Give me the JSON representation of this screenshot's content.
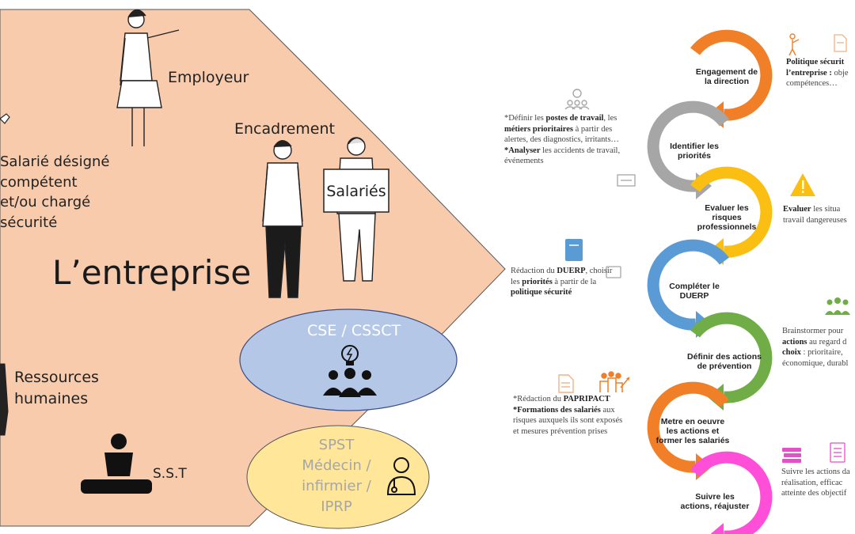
{
  "enterprise": {
    "title": "L’entreprise",
    "actors": {
      "employeur": "Employeur",
      "encadrement": "Encadrement",
      "salaries_sign": "Salariés",
      "salarie_designe": [
        "Salarié désigné",
        "compétent",
        "et/ou chargé",
        "sécurité"
      ],
      "ressources_humaines": [
        "Ressources",
        "humaines"
      ],
      "sst": "S.S.T"
    },
    "cse": "CSE / CSSCT",
    "spst": [
      "SPST",
      "Médecin /",
      "infirmier /",
      "IPRP"
    ]
  },
  "cycle": {
    "steps": [
      {
        "label": [
          "Engagement de",
          "la direction"
        ],
        "color": "#f07f27"
      },
      {
        "label": [
          "Identifier les",
          "priorités"
        ],
        "color": "#a6a6a6"
      },
      {
        "label": [
          "Evaluer les",
          "risques",
          "professionnels"
        ],
        "color": "#fbbf14"
      },
      {
        "label": [
          "Compléter le",
          "DUERP"
        ],
        "color": "#5b9bd5"
      },
      {
        "label": [
          "Définir des actions",
          "de prévention"
        ],
        "color": "#70ad47"
      },
      {
        "label": [
          "Metre en oeuvre",
          "les actions et",
          "former les salariés"
        ],
        "color": "#f07f27"
      },
      {
        "label": [
          "Suivre les",
          "actions, réajuster"
        ],
        "color": "#ff4fd8"
      }
    ],
    "left_notes": {
      "n1": {
        "l1a": "*Définir les ",
        "l1b": "postes de travail",
        "l1c": ", les",
        "l2a": "métiers prioritaires",
        "l2b": " à partir des",
        "l3": "alertes, des diagnostics, irritants…",
        "l4a": "*Analyser",
        "l4b": " les accidents de travail,",
        "l5": "événements"
      },
      "n2": {
        "l1a": "Rédaction du ",
        "l1b": "DUERP",
        "l1c": ", choisir",
        "l2a": "les ",
        "l2b": "priorités",
        "l2c": " à partir de la",
        "l3": "politique sécurité"
      },
      "n3": {
        "l1a": "*Rédaction du ",
        "l1b": "PAPRIPACT",
        "l2a": "*Formations des salariés",
        "l2b": " aux",
        "l3": "risques auxquels ils sont exposés",
        "l4": "et mesures prévention prises"
      }
    },
    "right_notes": {
      "r1": {
        "l1": "Politique sécurit",
        "l2a": "l’entreprise :",
        "l2b": " obje",
        "l3": "compétences…"
      },
      "r2": {
        "l1a": "Evaluer",
        "l1b": " les situa",
        "l2": "travail dangereuses"
      },
      "r3": {
        "l1": "Brainstormer pour",
        "l2a": "actions",
        "l2b": " au regard d",
        "l3a": "choix",
        "l3b": " : prioritaire,",
        "l4": "économique, durabl"
      },
      "r4": {
        "l1": "Suivre les actions da",
        "l2": "réalisation, efficac",
        "l3": "atteinte des objectif"
      }
    }
  }
}
